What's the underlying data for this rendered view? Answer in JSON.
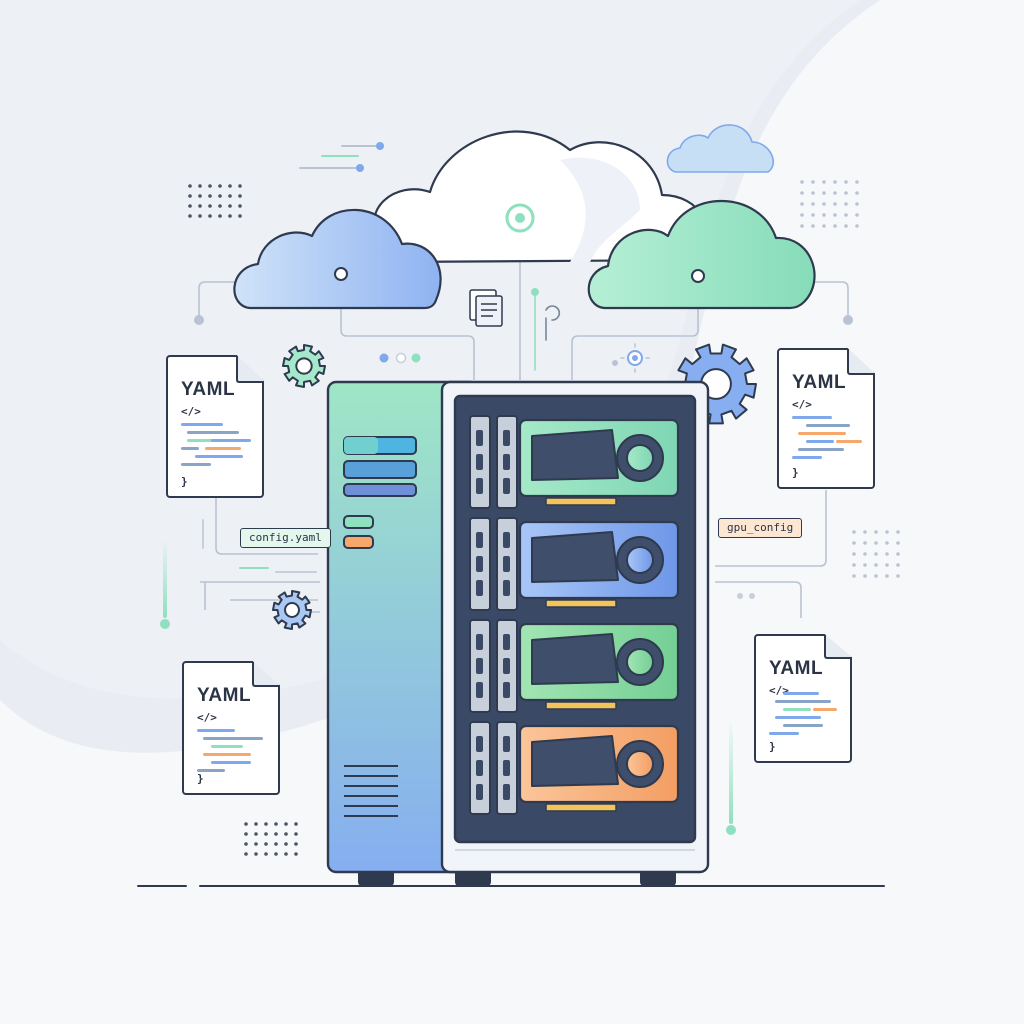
{
  "colors": {
    "outline": "#2f3a4f",
    "accent_green": "#8fe0bf",
    "accent_blue": "#7fa9ec",
    "accent_orange": "#f6a86a",
    "cloud_blue": "#a9c8f4",
    "cloud_green": "#a6e8cc",
    "cloud_small": "#c6dff5",
    "bg_blob": "#e9ecf2"
  },
  "files": [
    {
      "title": "YAML",
      "tag": "</>",
      "close": "}"
    },
    {
      "title": "YAML",
      "tag": "</>",
      "close": "}"
    },
    {
      "title": "YAML",
      "tag": "</>",
      "close": "}"
    },
    {
      "title": "YAML",
      "tag": "</>",
      "close": "}"
    }
  ],
  "labels": {
    "config": "config.yaml",
    "gpu": "gpu_config"
  },
  "gpu_cards": [
    {
      "color": "green"
    },
    {
      "color": "blue"
    },
    {
      "color": "green"
    },
    {
      "color": "orange"
    }
  ],
  "icons": [
    "cloud-icon",
    "gear-icon",
    "document-icon",
    "server-icon",
    "gpu-card-icon"
  ]
}
